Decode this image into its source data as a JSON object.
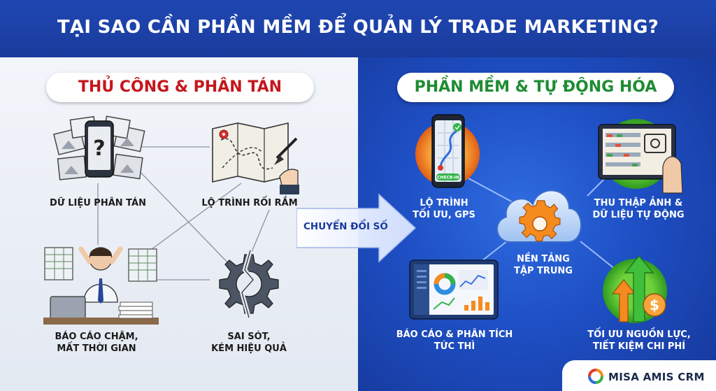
{
  "title": "TẠI SAO CẦN PHẦN MỀM ĐỂ QUẢN LÝ TRADE MARKETING?",
  "left": {
    "heading": "THỦ CÔNG & PHÂN TÁN",
    "items": [
      {
        "label_l1": "DỮ LIỆU PHÂN TÁN",
        "label_l2": ""
      },
      {
        "label_l1": "LỘ TRÌNH RỐI RẮM",
        "label_l2": ""
      },
      {
        "label_l1": "BÁO CÁO CHẬM,",
        "label_l2": "MẤT THỜI GIAN"
      },
      {
        "label_l1": "SAI SÓT,",
        "label_l2": "KÉM HIỆU QUẢ"
      }
    ]
  },
  "arrow": {
    "label": "CHUYỂN ĐỔI SỐ"
  },
  "right": {
    "heading": "PHẦN MỀM & TỰ ĐỘNG HÓA",
    "center": {
      "label_l1": "NỀN TẢNG",
      "label_l2": "TẬP TRUNG"
    },
    "items": [
      {
        "label_l1": "LỘ TRÌNH",
        "label_l2": "TỐI ƯU, GPS"
      },
      {
        "label_l1": "THU THẬP ẢNH &",
        "label_l2": "DỮ LIỆU TỰ ĐỘNG"
      },
      {
        "label_l1": "BÁO CÁO & PHÂN TÍCH",
        "label_l2": "TỨC THÌ"
      },
      {
        "label_l1": "TỐI ƯU NGUỒN LỰC,",
        "label_l2": "TIẾT KIỆM CHI PHÍ"
      }
    ],
    "phone_badge": "CHECK-IN"
  },
  "brand": {
    "name": "MISA AMIS CRM"
  },
  "colors": {
    "red": "#c4171c",
    "green": "#1e8c32",
    "blue": "#1a3b9c",
    "orange": "#f58a1f",
    "lime": "#3fbf3a"
  }
}
